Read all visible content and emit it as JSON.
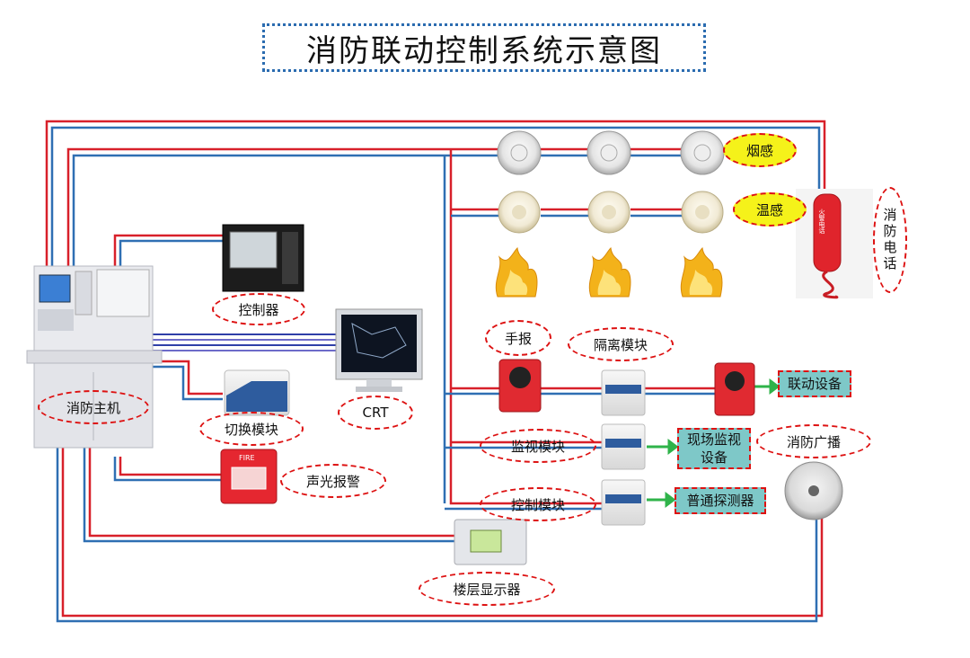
{
  "title": "消防联动控制系统示意图",
  "labels": {
    "smoke": "烟感",
    "heat": "温感",
    "phone": "消防电话",
    "controller": "控制器",
    "manual": "手报",
    "isolation": "隔离模块",
    "linkage": "联动设备",
    "monitor_module": "监视模块",
    "site_monitor_1": "现场监视",
    "site_monitor_2": "设备",
    "broadcast": "消防广播",
    "control_module": "控制模块",
    "detector": "普通探测器",
    "host": "消防主机",
    "switch_module": "切换模块",
    "crt": "CRT",
    "alarm": "声光报警",
    "floor_display": "楼层显示器",
    "fire_text": "FIRE",
    "phone_text": "火警电话"
  },
  "colors": {
    "wire_red": "#d8202a",
    "wire_blue": "#2f6fb3",
    "teal": "#7ec8c8",
    "oval_border": "#d11",
    "yellow": "#f5f21a"
  }
}
